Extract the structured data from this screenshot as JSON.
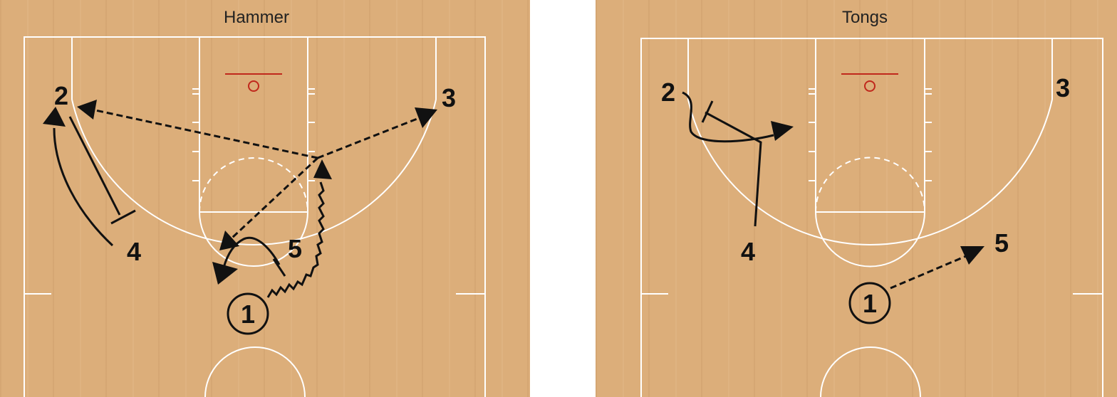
{
  "plays": [
    {
      "title": "Hammer",
      "players": [
        "1",
        "2",
        "3",
        "4",
        "5"
      ]
    },
    {
      "title": "Tongs",
      "players": [
        "1",
        "2",
        "3",
        "4",
        "5"
      ]
    }
  ],
  "colors": {
    "court_floor": "#dcae7a",
    "court_lines": "#ffffff",
    "rim": "#c0281c",
    "action_lines": "#111111"
  }
}
